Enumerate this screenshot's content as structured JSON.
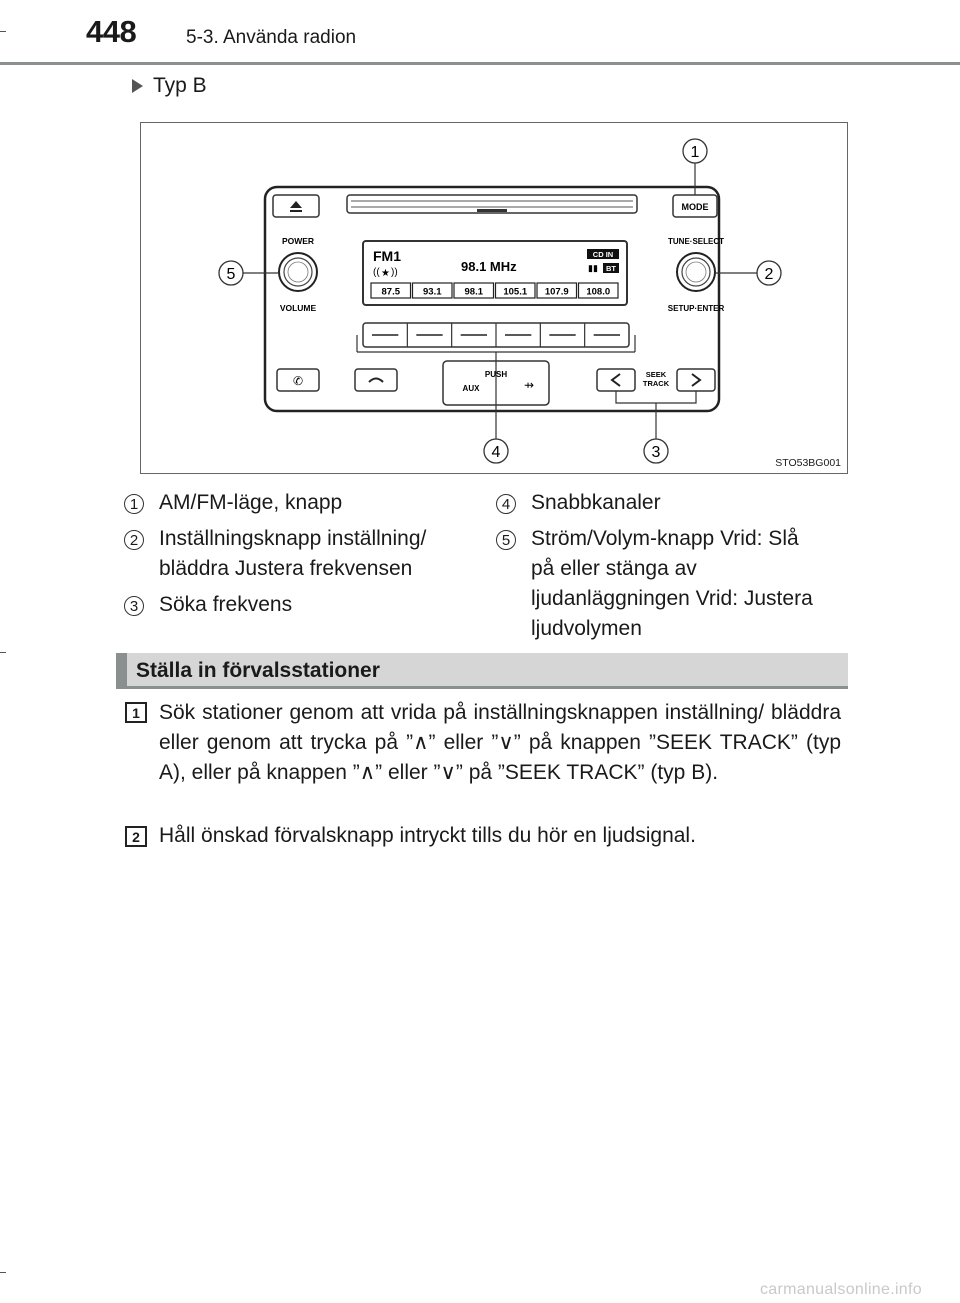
{
  "header": {
    "page_number": "448",
    "section": "5-3. Använda radion"
  },
  "variant": "Typ B",
  "figure": {
    "image_id": "STO53BG001",
    "callouts": [
      "1",
      "2",
      "3",
      "4",
      "5"
    ],
    "panel_labels": {
      "mode": "MODE",
      "power": "POWER",
      "volume": "VOLUME",
      "tune_select": "TUNE·SELECT",
      "setup_enter": "SETUP·ENTER",
      "push": "PUSH",
      "aux": "AUX",
      "seek": "SEEK",
      "track": "TRACK"
    },
    "display": {
      "band": "FM1",
      "frequency": "98.1 MHz",
      "cd_in": "CD IN",
      "bt": "BT",
      "presets": [
        "87.5",
        "93.1",
        "98.1",
        "105.1",
        "107.9",
        "108.0"
      ]
    }
  },
  "legend": [
    {
      "num": "1",
      "text": "AM/FM-läge, knapp"
    },
    {
      "num": "2",
      "text": "Inställningsknapp inställning/ bläddra Justera frekvensen"
    },
    {
      "num": "3",
      "text": "Söka frekvens"
    },
    {
      "num": "4",
      "text": "Snabbkanaler"
    },
    {
      "num": "5",
      "text": "Ström/Volym-knapp Vrid: Slå på eller stänga av ljudanläggningen Vrid: Justera ljudvolymen"
    }
  ],
  "preset_section": {
    "title": "Ställa in förvalsstationer",
    "steps": [
      {
        "num": "1",
        "text": "Sök stationer genom att vrida på inställningsknappen inställning/ bläddra eller genom att trycka på ”∧” eller ”∨” på knappen ”SEEK TRACK” (typ A), eller på knappen ”∧” eller ”∨” på ”SEEK TRACK” (typ B)."
      },
      {
        "num": "2",
        "text": "Håll önskad förvalsknapp intryckt tills du hör en ljudsignal."
      }
    ]
  },
  "watermark": "carmanualsonline.info"
}
